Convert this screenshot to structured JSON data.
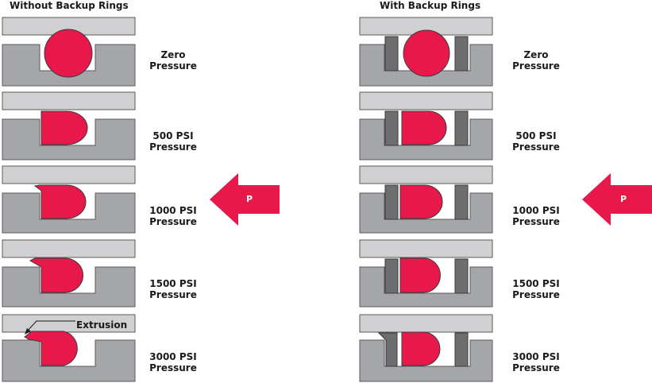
{
  "titles": {
    "left": "Without Backup Rings",
    "right": "With Backup Rings"
  },
  "rows": [
    {
      "line1": "Zero",
      "line2": "Pressure"
    },
    {
      "line1": "500 PSI",
      "line2": "Pressure"
    },
    {
      "line1": "1000 PSI",
      "line2": "Pressure"
    },
    {
      "line1": "1500 PSI",
      "line2": "Pressure"
    },
    {
      "line1": "3000 PSI",
      "line2": "Pressure"
    }
  ],
  "arrow_label": "P",
  "callout": "Extrusion",
  "colors": {
    "seal": "#e8194a",
    "plate": "#d0d0d2",
    "gland": "#a4a6a9",
    "outline": "#5a5a5a",
    "backup_ring": "#6e6e70",
    "arrow": "#e8194a"
  }
}
